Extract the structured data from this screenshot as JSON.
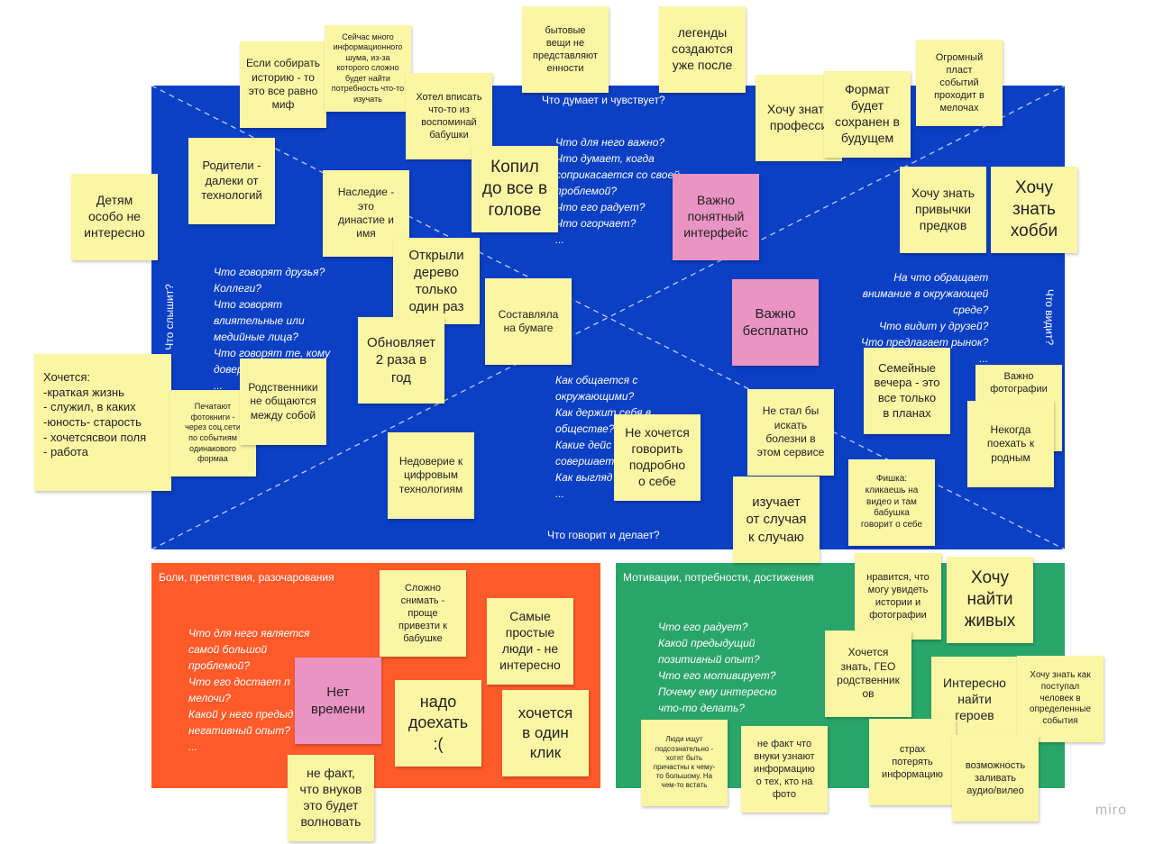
{
  "brand": "miro",
  "map": {
    "labels": {
      "thinks": "Что думает и чувствует?",
      "says": "Что говорит и делает?",
      "hears": "Что слышит?",
      "sees": "Что видит?"
    },
    "questions": {
      "top": "Что для него важно?\nЧто думает, когда\nсоприкасается со своей\nпроблемой?\nЧто его радует?\nЧто огорчает?\n...",
      "left": "Что говорят друзья?\nКоллеги?\nЧто говорят\nвлиятельные или\nмедийные лица?\nЧто говорят те, кому\nдовер\n...",
      "right": "На что обращает\nвнимание в окружающей\nсреде?\nЧто видит у друзей?\nЧто предлагает рынок?\n...",
      "bottom": "Как общается с\nокружающими?\nКак держит себя в\nобществе?\nКакие дейс\nсовершает\nКак выгляд\n..."
    }
  },
  "pains": {
    "title": "Боли, препятствия, разочарования",
    "questions": "Что для него является\nсамой большой\nпроблемой?\nЧто его достает п\nмелочи?\nКакой у него предыд\nнегативный опыт?\n..."
  },
  "gains": {
    "title": "Мотивации, потребности, достижения",
    "questions": "Что его радует?\nКакой предыдущий\nпозитивный опыт?\nЧто его мотивирует?\nПочему ему интересно\nчто-то делать?"
  },
  "notes": [
    {
      "text": "Если собирать\nисторию  - то\nэто все равно\nмиф"
    },
    {
      "text": "Сейчас много\nинформационного\nшума, из-за\nкоторого сложно\nбудет найти\nпотребность что-то\nизучать"
    },
    {
      "text": "Хотел вписать\nчто-то из\nвоспоминай\nбабушки"
    },
    {
      "text": "бытовые\nвещи не\nпредставляют\nенности"
    },
    {
      "text": "легенды\nсоздаются\nуже после"
    },
    {
      "text": "Хочу знать\nпрофесси"
    },
    {
      "text": "Формат\nбудет\nсохранен в\nбудущем"
    },
    {
      "text": "Огромный\nпласт\nсобытий\nпроходит в\nмелочах"
    },
    {
      "text": "Родители -\nдалеки от\nтехнологий"
    },
    {
      "text": "Детям\nособо не\nинтересно"
    },
    {
      "text": "Наследие -\nэто\nдинастие и\nимя"
    },
    {
      "text": "Копил\nдо все в\nголове"
    },
    {
      "text": "Важно\nпонятный\nинтерфейс"
    },
    {
      "text": "Хочу знать\nпривычки\nпредков"
    },
    {
      "text": "Хочу\nзнать\nхобби"
    },
    {
      "text": "Открыли\nдерево\nтолько\nодин раз"
    },
    {
      "text": "Составляла\nна бумаге"
    },
    {
      "text": "Важно\nбесплатно"
    },
    {
      "text": "Обновляет\n2 раза в\nгод"
    },
    {
      "text": "Хочется:\n-краткая жизнь\n- служил, в каких\n-юность- старость\n- хочетсясвои поля\n- работа"
    },
    {
      "text": "Печатают\nфотокниги -\nчерез соц.сети\nпо событиям\nодинакового\nформаа"
    },
    {
      "text": "Родственники\nне общаются\nмежду собой"
    },
    {
      "text": "Семейные\nвечера - это\nвсе только\nв планах"
    },
    {
      "text": "Важно\nфотографии"
    },
    {
      "text": "Некогда\nпоехать к\nродным"
    },
    {
      "text": "Не хочется\nговорить\nподробно\nо себе"
    },
    {
      "text": "Не стал бы\nискать\nболезни в\nэтом сервисе"
    },
    {
      "text": "Недоверие к\nцифровым\nтехнологиям"
    },
    {
      "text": "Фишка:\nкликаешь на\nвидео и там\nбабушка\nговорит о себе"
    },
    {
      "text": "изучает\nот случая\nк случаю"
    },
    {
      "text": "Сложно\nснимать -\nпроще\nпривезти к\nбабушке"
    },
    {
      "text": "Самые\nпростые\nлюди - не\nинтересно"
    },
    {
      "text": "Нет\nвремени"
    },
    {
      "text": "надо\nдоехать\n:("
    },
    {
      "text": "хочется\nв один\nклик"
    },
    {
      "text": "не факт,\nчто внуков\nэто будет\nволновать"
    },
    {
      "text": "нравится, что\nмогу увидеть\nистории и\nфотографии"
    },
    {
      "text": "Хочу\nнайти\nживых"
    },
    {
      "text": "Хочется\nзнать, ГЕО\nродственник\nов"
    },
    {
      "text": "Интересно\nнайти\nгероев"
    },
    {
      "text": "Хочу знать как\nпоступал\nчеловек в\nопределенные\nсобытия"
    },
    {
      "text": "Люди ищут\nподсознательно  -\nхотят быть\nпричастны к чему-\nто большому. На\nчем-то встать"
    },
    {
      "text": "не факт что\nвнуки узнают\nинформацию\nо тех, кто на\nфото"
    },
    {
      "text": "страх\nпотерять\nинформацию"
    },
    {
      "text": "возможность\nзаливать\nаудио/вилео"
    }
  ]
}
